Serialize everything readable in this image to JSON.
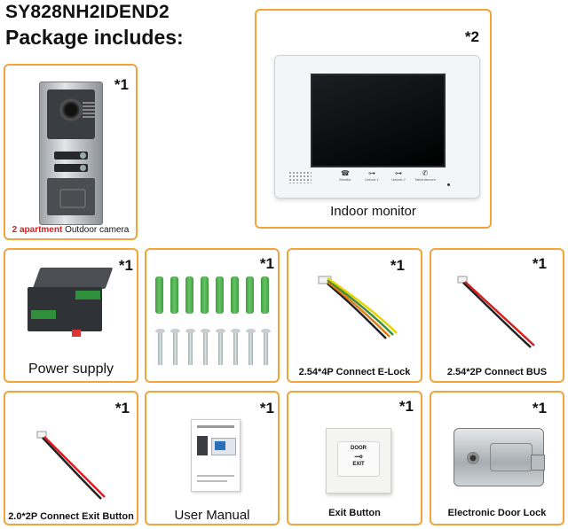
{
  "header": {
    "model": "SY828NH2IDEND2",
    "subtitle": "Package includes:"
  },
  "items": [
    {
      "id": "outdoor-camera",
      "qty": "*1",
      "caption_highlight": "2 apartment",
      "caption": "Outdoor camera"
    },
    {
      "id": "indoor-monitor",
      "qty": "*2",
      "caption": "Indoor monitor",
      "controls": [
        {
          "label": "Monitor"
        },
        {
          "label": "Unlock 1"
        },
        {
          "label": "Unlock 2"
        },
        {
          "label": "Talk/Intercom"
        }
      ]
    },
    {
      "id": "power-supply",
      "qty": "*1",
      "caption": "Power supply"
    },
    {
      "id": "screws-anchors",
      "qty": "*1",
      "caption": ""
    },
    {
      "id": "elock-cable",
      "qty": "*1",
      "caption": "2.54*4P Connect E-Lock"
    },
    {
      "id": "bus-cable",
      "qty": "*1",
      "caption": "2.54*2P Connect BUS"
    },
    {
      "id": "exit-cable",
      "qty": "*1",
      "caption": "2.0*2P Connect Exit Button"
    },
    {
      "id": "user-manual",
      "qty": "*1",
      "caption": "User Manual"
    },
    {
      "id": "exit-button",
      "qty": "*1",
      "caption": "Exit Button",
      "button_text_top": "DOOR",
      "button_text_bottom": "EXIT"
    },
    {
      "id": "door-lock",
      "qty": "*1",
      "caption": "Electronic Door Lock"
    }
  ],
  "colors": {
    "border": "#f2a33a",
    "highlight": "#d62020",
    "anchor": "#4caf50"
  }
}
